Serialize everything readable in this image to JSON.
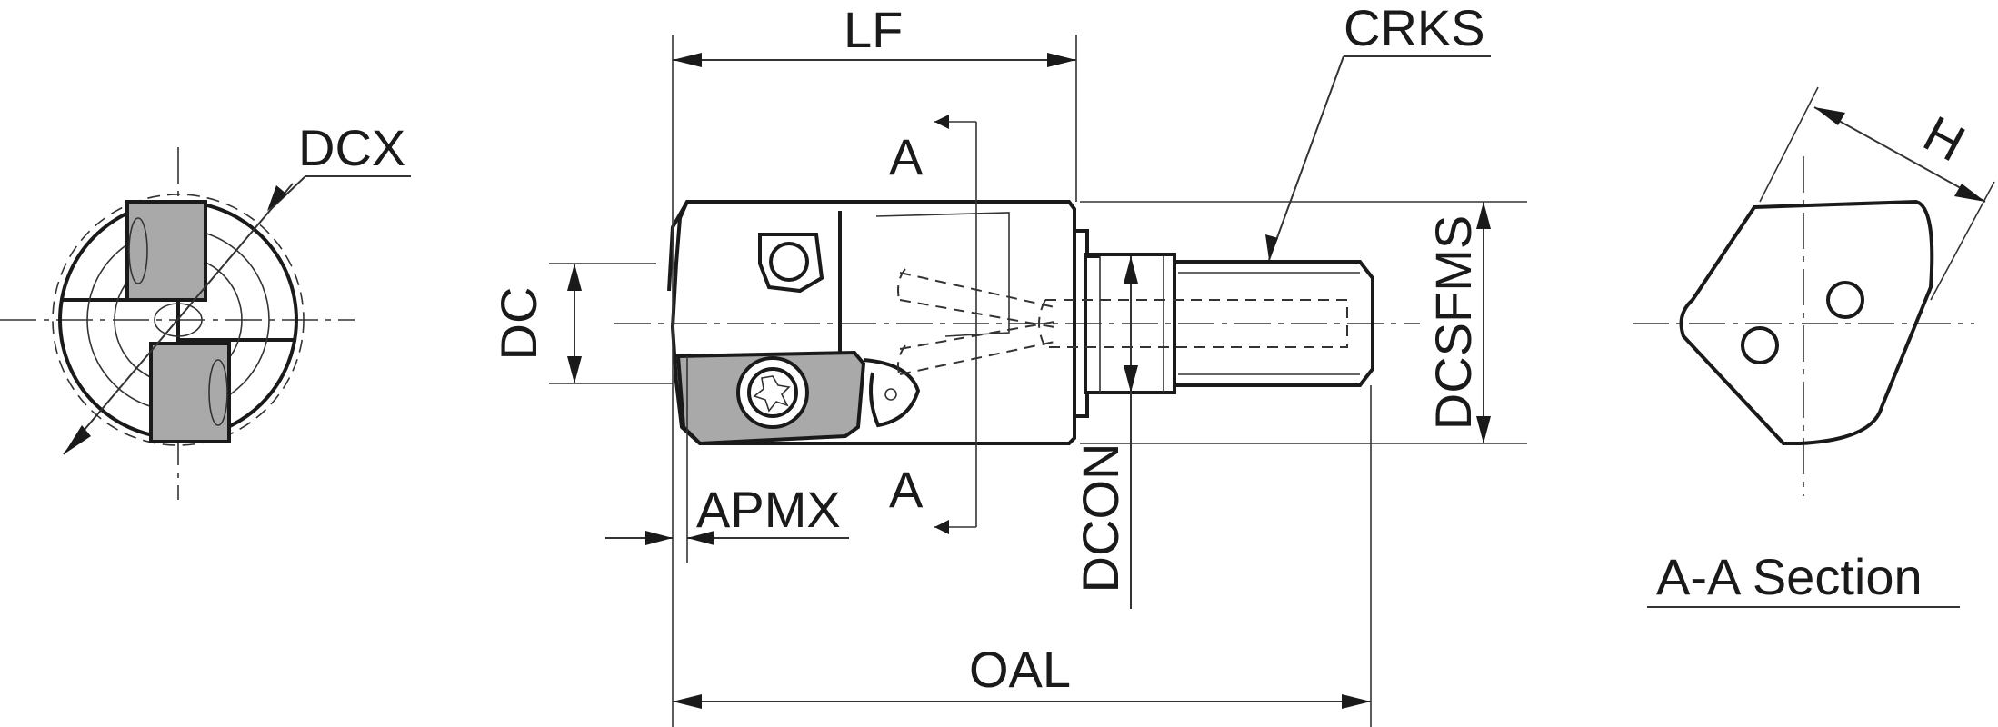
{
  "labels": {
    "dcx": "DCX",
    "lf": "LF",
    "crks": "CRKS",
    "h": "H",
    "dc": "DC",
    "section_a_top": "A",
    "section_a_bottom": "A",
    "dcsfms": "DCSFMS",
    "apmx": "APMX",
    "dcon": "DCON",
    "oal": "OAL",
    "section_title": "A-A Section"
  },
  "colors": {
    "line": "#1a1a1a",
    "insert_fill": "#a9a9a9",
    "background": "#ffffff"
  }
}
